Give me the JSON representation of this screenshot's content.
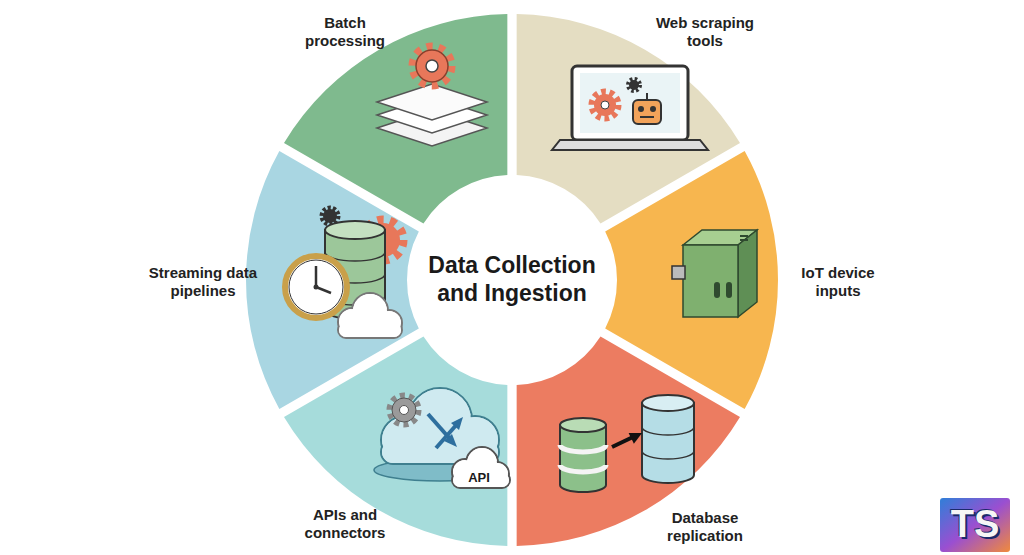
{
  "diagram": {
    "nodes": [
      {
        "text": [
          "Batch processing"
        ]
      },
      {
        "text": [
          "Web scraping tools"
        ]
      },
      {
        "text": [
          "Streaming data pipelines"
        ]
      },
      {
        "text": [
          "Data Collection and Ingestion"
        ]
      },
      {
        "text": [
          "IoT device inputs"
        ]
      },
      {
        "text": [
          "APIs and connectors"
        ]
      },
      {
        "text": [
          "Database replication"
        ]
      }
    ],
    "labels": [
      "API",
      "TS"
    ]
  }
}
